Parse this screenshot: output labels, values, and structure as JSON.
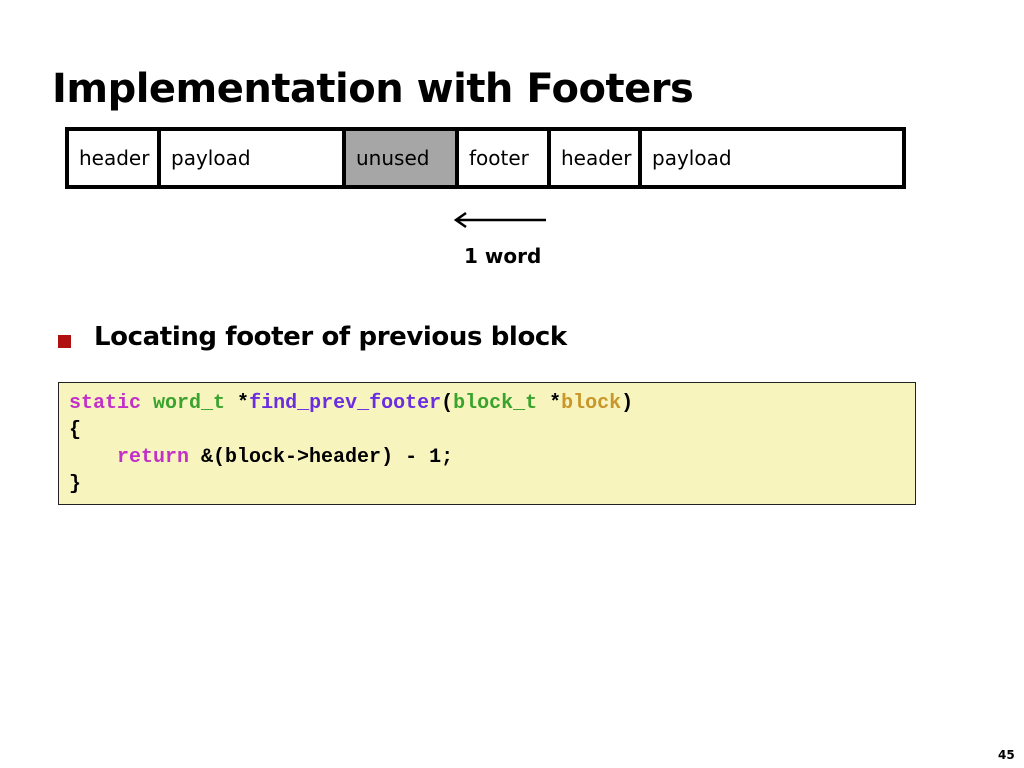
{
  "title": "Implementation with Footers",
  "memory_cells": [
    "header",
    "payload",
    "unused",
    "footer",
    "header",
    "payload"
  ],
  "word_label": "1 word",
  "bullet": "Locating footer of previous block",
  "code": {
    "line1": {
      "static": "static",
      "type1": "word_t",
      "star1": " *",
      "func": "find_prev_footer",
      "open_paren": "(",
      "type2": "block_t",
      "star2": " *",
      "param": "block",
      "close_paren": ")"
    },
    "line2": "{",
    "line3": {
      "indent": "    ",
      "return_kw": "return",
      "expr": " &(block->header) - 1;"
    },
    "line4": "}"
  },
  "page_number": "45",
  "colors": {
    "keyword": "#c230c8",
    "type": "#3aa32e",
    "function": "#6a2ee0",
    "param": "#c8962a",
    "code_bg": "#f7f4be",
    "shaded_cell": "#a6a6a6",
    "bullet": "#b01010"
  },
  "icons": {
    "bullet": "square-bullet-icon",
    "arrow": "left-arrow-icon"
  }
}
